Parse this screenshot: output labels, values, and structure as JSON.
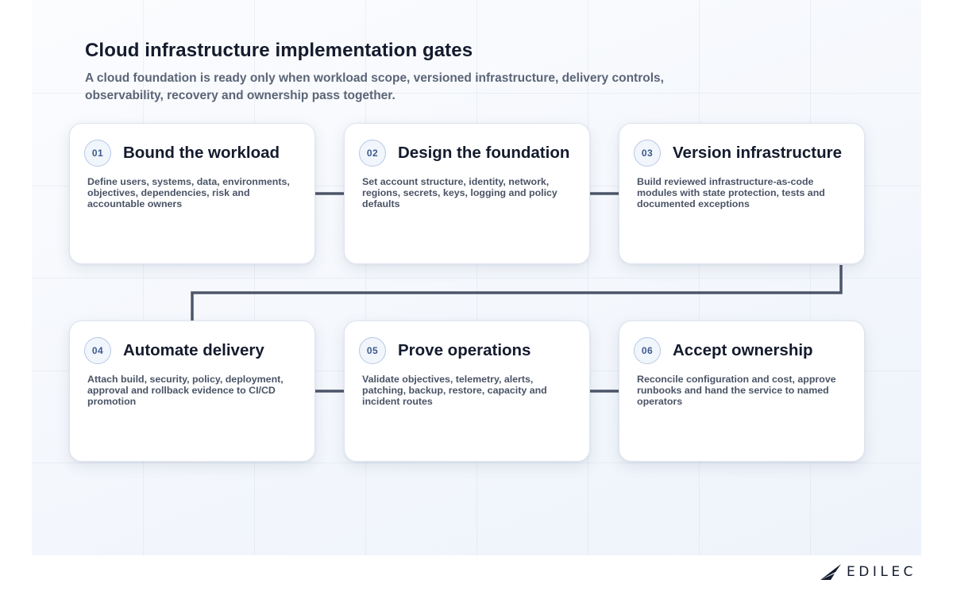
{
  "header": {
    "title": "Cloud infrastructure implementation gates",
    "subtitle": "A cloud foundation is ready only when workload scope, versioned infrastructure, delivery controls, observability, recovery and ownership pass together."
  },
  "steps": [
    {
      "number": "01",
      "title": "Bound the workload",
      "description": "Define users, systems, data, environments, objectives, dependencies, risk and accountable owners"
    },
    {
      "number": "02",
      "title": "Design the foundation",
      "description": "Set account structure, identity, network, regions, secrets, keys, logging and policy defaults"
    },
    {
      "number": "03",
      "title": "Version infrastructure",
      "description": "Build reviewed infrastructure-as-code modules with state protection, tests and documented exceptions"
    },
    {
      "number": "04",
      "title": "Automate delivery",
      "description": "Attach build, security, policy, deployment, approval and rollback evidence to CI/CD promotion"
    },
    {
      "number": "05",
      "title": "Prove operations",
      "description": "Validate objectives, telemetry, alerts, patching, backup, restore, capacity and incident routes"
    },
    {
      "number": "06",
      "title": "Accept ownership",
      "description": "Reconcile configuration and cost, approve runbooks and hand the service to named operators"
    }
  ],
  "brand": {
    "logo_text": "EDILEC",
    "logo_icon": "edilec-wing-logo-icon"
  },
  "colors": {
    "connector": "#4d5669",
    "badge_border": "#b6c8e6",
    "badge_text": "#3d5a8c",
    "title_text": "#141b2d"
  }
}
